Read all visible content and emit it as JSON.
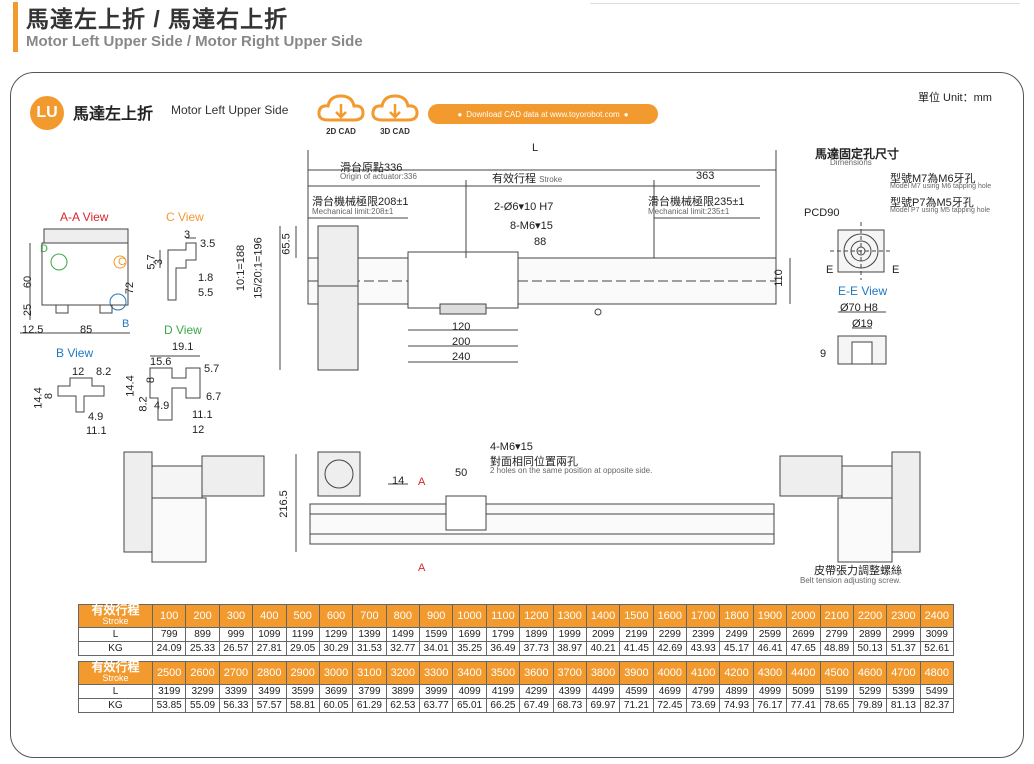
{
  "header": {
    "title": "馬達左上折 / 馬達右上折",
    "subtitle": "Motor Left Upper Side / Motor Right Upper Side"
  },
  "section": {
    "badge": "LU",
    "title_zh": "馬達左上折",
    "title_en": "Motor Left Upper Side",
    "cad_2d": "2D CAD",
    "cad_3d": "3D CAD",
    "download": "Download CAD data at www.toyorobot.com",
    "unit": "單位 Unit：mm"
  },
  "dims": {
    "L": "L",
    "origin_zh": "滑台原點336",
    "origin_en": "Origin of actuator:336",
    "stroke_zh": "有效行程",
    "stroke_en": "Stroke",
    "stroke_363": "363",
    "mech208_zh": "滑台機械極限208±1",
    "mech208_en": "Mechanical limit:208±1",
    "mech235_zh": "滑台機械極限235±1",
    "mech235_en": "Mechanical limit:235±1",
    "hole_phi": "2-Ø6▾10 H7",
    "hole_m6": "8-M6▾15",
    "d88": "88",
    "d110": "110",
    "d120": "120",
    "d200": "200",
    "d240": "240",
    "d65_5": "65.5",
    "ratio1": "10:1=188",
    "ratio2": "15/20:1=196",
    "motor_hole_zh": "馬達固定孔尺寸",
    "motor_hole_en": "Dimensions",
    "m7_zh": "型號M7為M6牙孔",
    "m7_en": "Model M7 using M6 tapping hole",
    "p7_zh": "型號P7為M5牙孔",
    "p7_en": "Model P7 using M5 tapping hole",
    "pcd": "PCD90",
    "ee_view": "E-E View",
    "phi70": "Ø70 H8",
    "phi19": "Ø19",
    "d9": "9",
    "e": "E",
    "aa_view": "A-A View",
    "c_view": "C View",
    "b_view": "B View",
    "d_view": "D View",
    "lbl_d": "D",
    "lbl_c": "C",
    "lbl_b": "B",
    "d60": "60",
    "d25": "25",
    "d12_5": "12.5",
    "d85": "85",
    "d72": "72",
    "c3": "3",
    "c3_5": "3.5",
    "c5_7": "5.7",
    "c3b": "3",
    "c1_8": "1.8",
    "c5_5": "5.5",
    "b12": "12",
    "b8_2": "8.2",
    "b14_4": "14.4",
    "b8": "8",
    "b4_9": "4.9",
    "b11_1": "11.1",
    "dv19_1": "19.1",
    "dv15_6": "15.6",
    "dv5_7": "5.7",
    "dv14_4": "14.4",
    "dv8": "8",
    "dv8_2": "8.2",
    "dv6_7": "6.7",
    "dv4_9": "4.9",
    "dv11_1": "11.1",
    "dv12": "12",
    "m6_4": "4-M6▾15",
    "same_zh": "對面相同位置兩孔",
    "same_en": "2 holes on the same position at opposite side.",
    "d14": "14",
    "d50": "50",
    "d216_5": "216.5",
    "a": "A",
    "belt_zh": "皮帶張力調整螺絲",
    "belt_en": "Belt tension adjusting screw."
  },
  "table": {
    "stroke_zh": "有效行程",
    "stroke_en": "Stroke",
    "row_l": "L",
    "row_kg": "KG",
    "block1": {
      "stroke": [
        "100",
        "200",
        "300",
        "400",
        "500",
        "600",
        "700",
        "800",
        "900",
        "1000",
        "1100",
        "1200",
        "1300",
        "1400",
        "1500",
        "1600",
        "1700",
        "1800",
        "1900",
        "2000",
        "2100",
        "2200",
        "2300",
        "2400"
      ],
      "L": [
        "799",
        "899",
        "999",
        "1099",
        "1199",
        "1299",
        "1399",
        "1499",
        "1599",
        "1699",
        "1799",
        "1899",
        "1999",
        "2099",
        "2199",
        "2299",
        "2399",
        "2499",
        "2599",
        "2699",
        "2799",
        "2899",
        "2999",
        "3099"
      ],
      "KG": [
        "24.09",
        "25.33",
        "26.57",
        "27.81",
        "29.05",
        "30.29",
        "31.53",
        "32.77",
        "34.01",
        "35.25",
        "36.49",
        "37.73",
        "38.97",
        "40.21",
        "41.45",
        "42.69",
        "43.93",
        "45.17",
        "46.41",
        "47.65",
        "48.89",
        "50.13",
        "51.37",
        "52.61"
      ]
    },
    "block2": {
      "stroke": [
        "2500",
        "2600",
        "2700",
        "2800",
        "2900",
        "3000",
        "3100",
        "3200",
        "3300",
        "3400",
        "3500",
        "3600",
        "3700",
        "3800",
        "3900",
        "4000",
        "4100",
        "4200",
        "4300",
        "4400",
        "4500",
        "4600",
        "4700",
        "4800"
      ],
      "L": [
        "3199",
        "3299",
        "3399",
        "3499",
        "3599",
        "3699",
        "3799",
        "3899",
        "3999",
        "4099",
        "4199",
        "4299",
        "4399",
        "4499",
        "4599",
        "4699",
        "4799",
        "4899",
        "4999",
        "5099",
        "5199",
        "5299",
        "5399",
        "5499"
      ],
      "KG": [
        "53.85",
        "55.09",
        "56.33",
        "57.57",
        "58.81",
        "60.05",
        "61.29",
        "62.53",
        "63.77",
        "65.01",
        "66.25",
        "67.49",
        "68.73",
        "69.97",
        "71.21",
        "72.45",
        "73.69",
        "74.93",
        "76.17",
        "77.41",
        "78.65",
        "79.89",
        "81.13",
        "82.37"
      ]
    }
  },
  "colors": {
    "accent": "#f29a2e",
    "red": "#d9262b",
    "blue": "#1f78c1",
    "green": "#3aa845"
  }
}
